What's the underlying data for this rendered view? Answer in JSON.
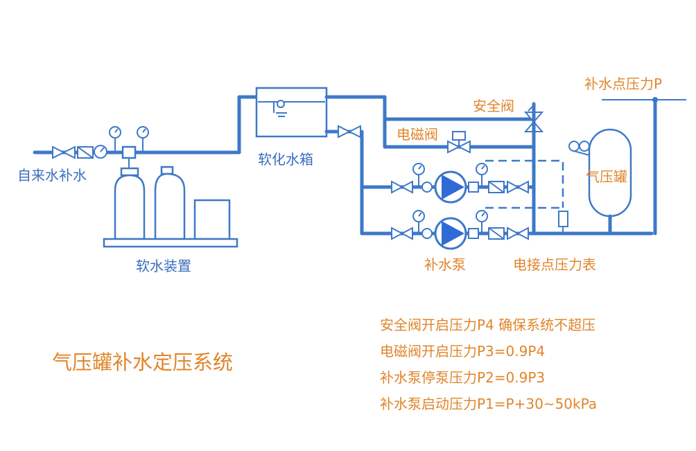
{
  "labels": {
    "tap_water": "自来水补水",
    "softener": "软水装置",
    "soft_tank": "软化水箱",
    "safety_valve": "安全阀",
    "solenoid_valve": "电磁阀",
    "makeup_pressure": "补水点压力P",
    "air_tank": "气压罐",
    "makeup_pump": "补水泵",
    "contact_gauge": "电接点压力表"
  },
  "title": "气压罐补水定压系统",
  "notes": [
    "安全阀开启压力P4 确保系统不超压",
    "电磁阀开启压力P3=0.9P4",
    "补水泵停泵压力P2=0.9P3",
    "补水泵启动压力P1=P+30~50kPa"
  ],
  "colors": {
    "pipe": "#3e78c8",
    "label_blue": "#3a6fbd",
    "label_orange": "#e0852b",
    "pump_fill": "#2f6bd6"
  }
}
